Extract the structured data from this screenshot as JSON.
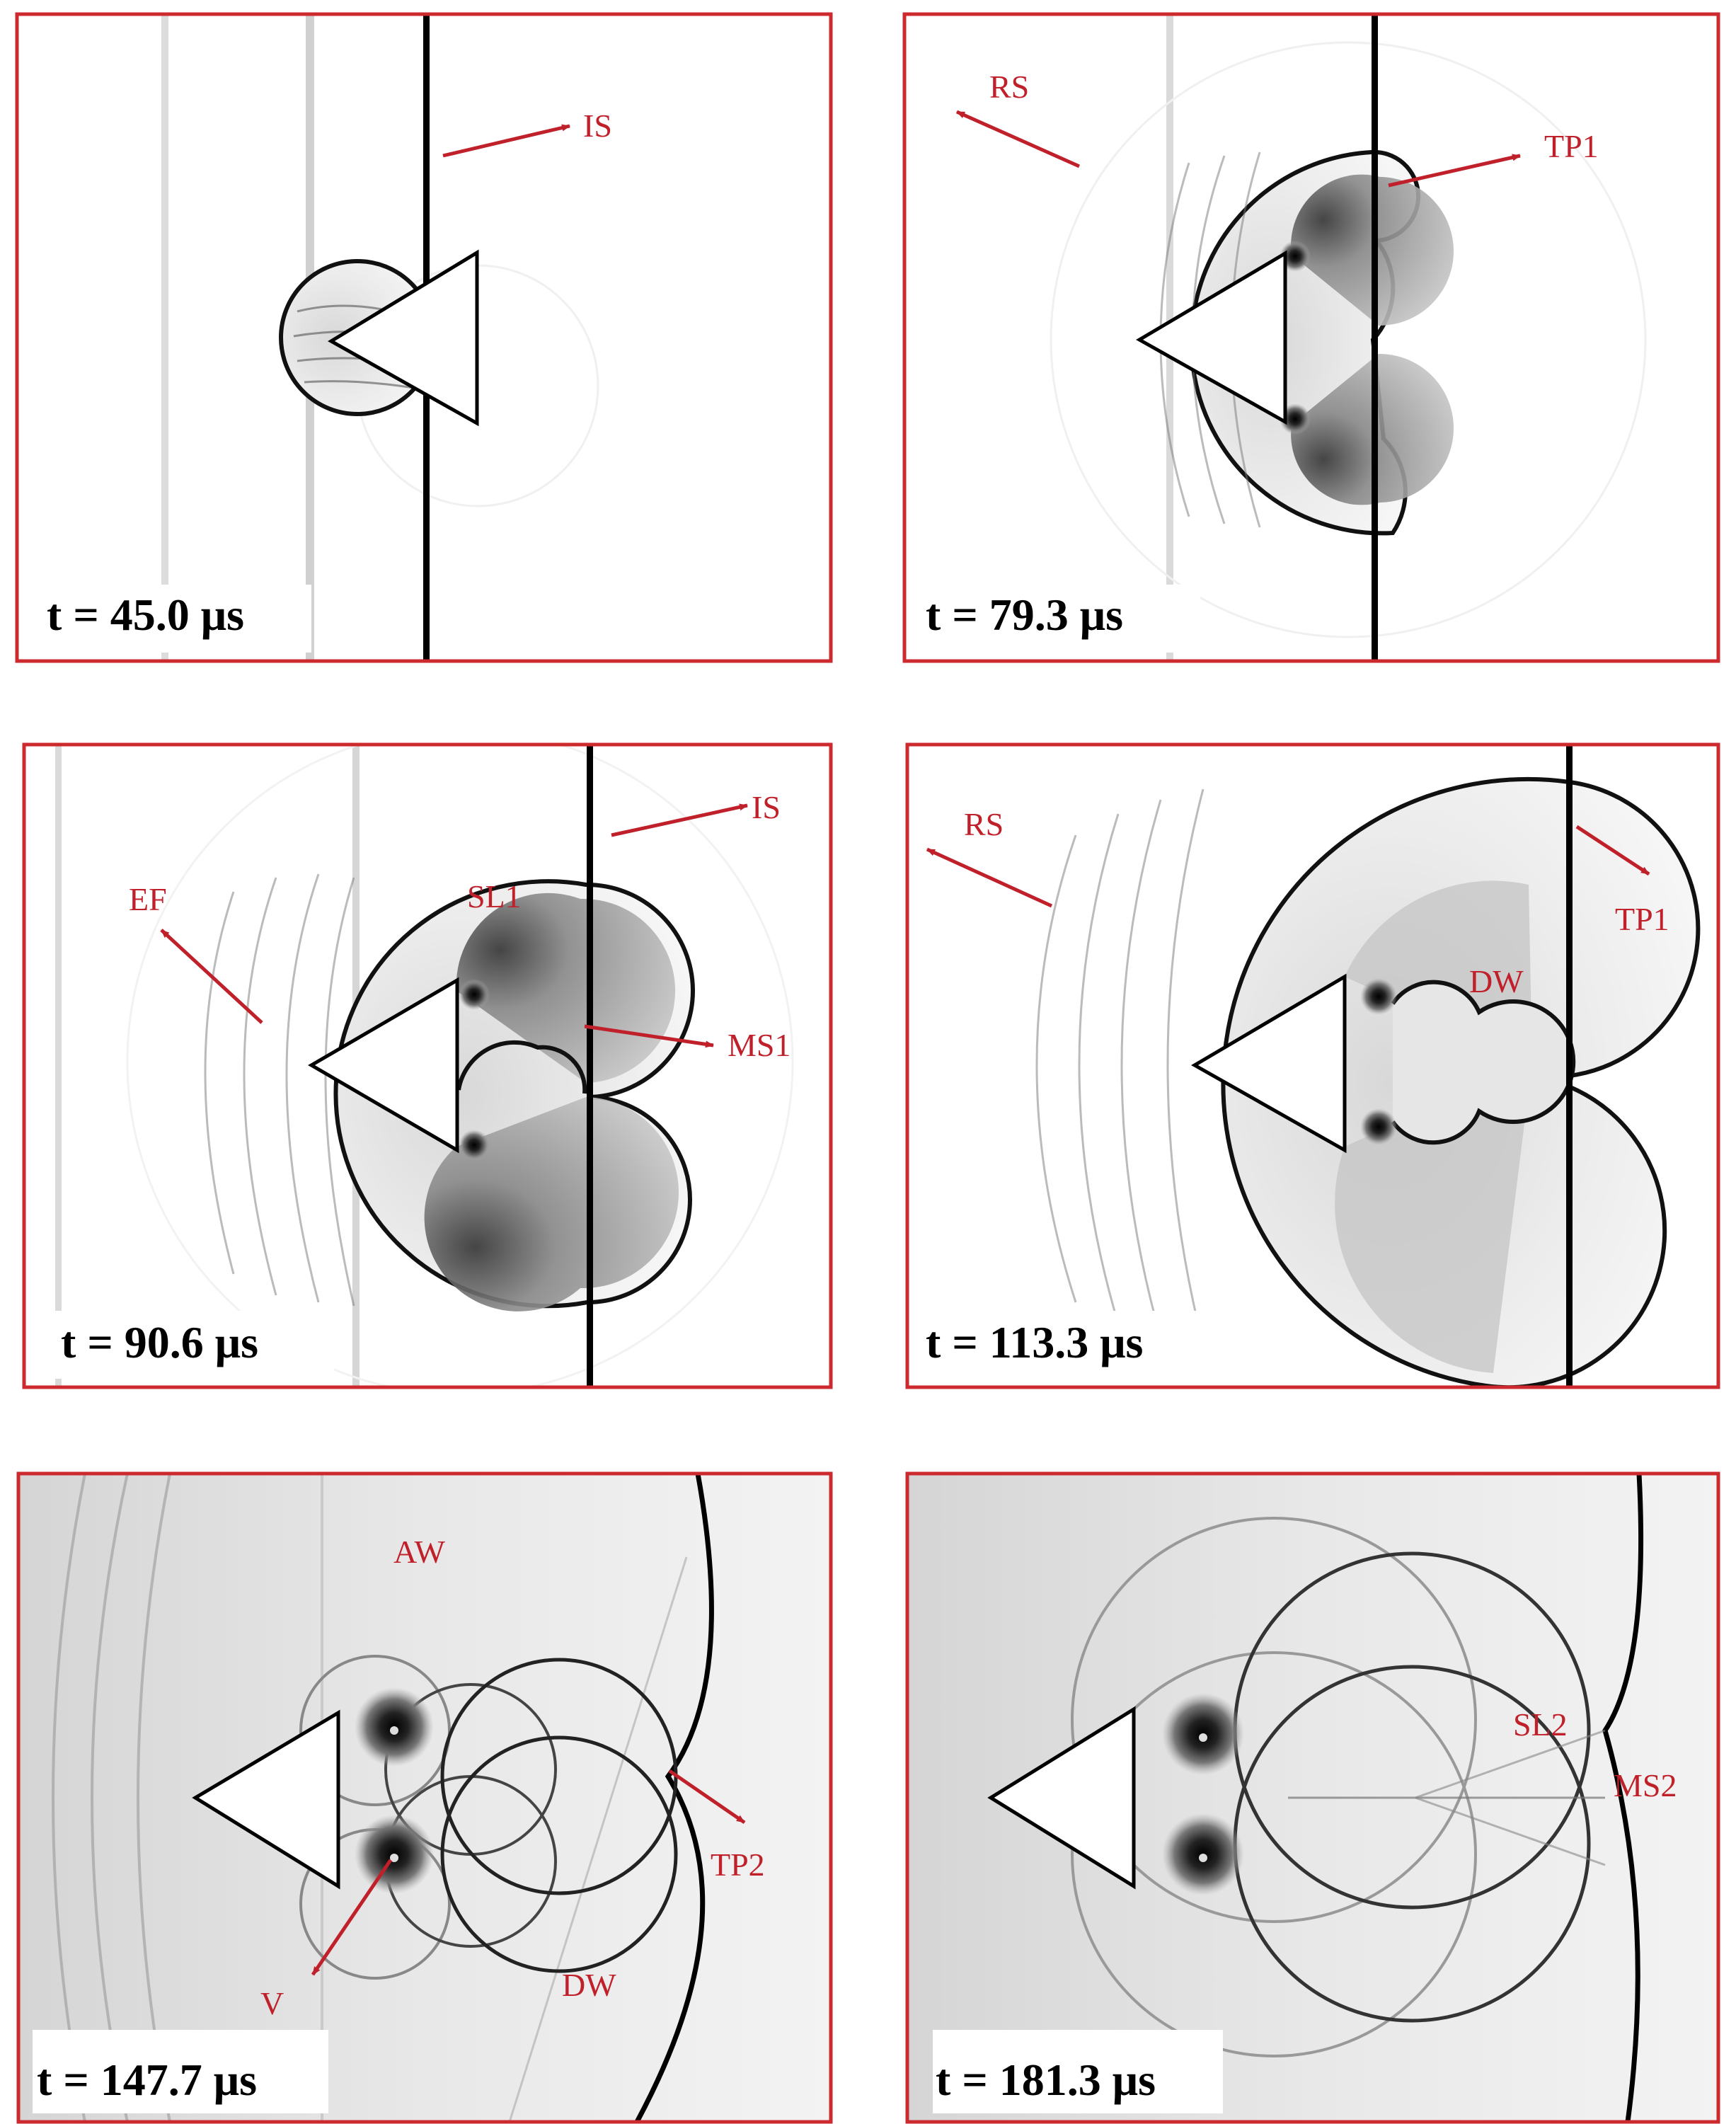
{
  "colors": {
    "frame": "#cc2a2f",
    "label": "#c0202a",
    "arrow": "#c0202a",
    "time": "#000000"
  },
  "panels": [
    {
      "time": "t = 45.0 μs",
      "labels": [
        "IS"
      ]
    },
    {
      "time": "t = 79.3 μs",
      "labels": [
        "RS",
        "TP1"
      ]
    },
    {
      "time": "t = 90.6 μs",
      "labels": [
        "IS",
        "EF",
        "SL1",
        "MS1"
      ]
    },
    {
      "time": "t = 113.3 μs",
      "labels": [
        "RS",
        "TP1",
        "DW"
      ]
    },
    {
      "time": "t = 147.7 μs",
      "labels": [
        "AW",
        "TP2",
        "V",
        "DW"
      ]
    },
    {
      "time": "t = 181.3 μs",
      "labels": [
        "SL2",
        "MS2"
      ]
    }
  ]
}
